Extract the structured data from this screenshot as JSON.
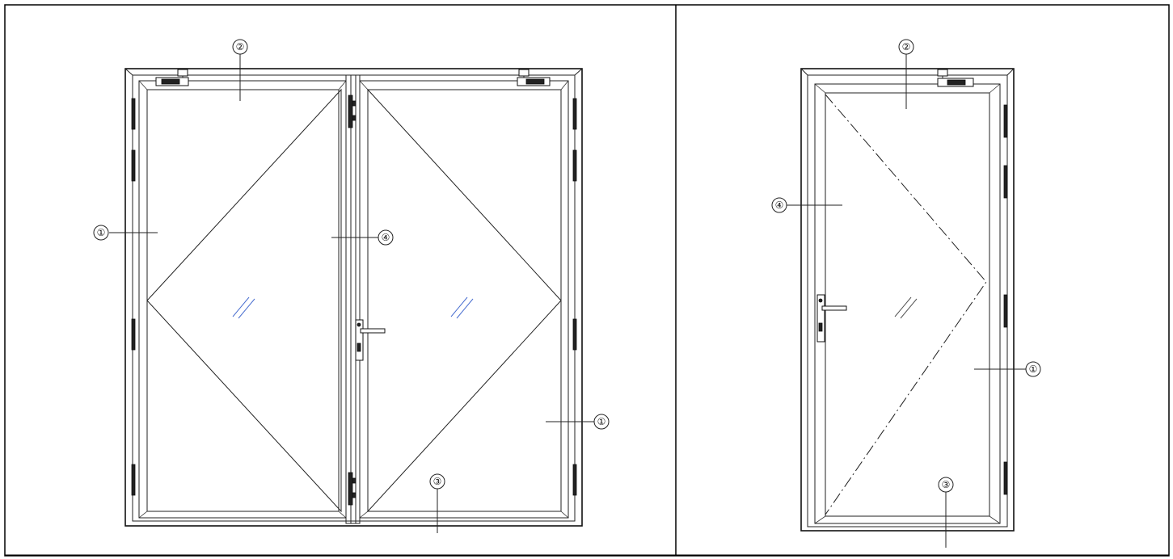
{
  "panels": [
    {
      "id": "double-door",
      "callouts": [
        {
          "label": "①"
        },
        {
          "label": "②"
        },
        {
          "label": "④"
        },
        {
          "label": "①"
        },
        {
          "label": "③"
        }
      ]
    },
    {
      "id": "single-door",
      "callouts": [
        {
          "label": "②"
        },
        {
          "label": "④"
        },
        {
          "label": "①"
        },
        {
          "label": "③"
        }
      ]
    }
  ],
  "colors": {
    "line": "#222222",
    "glass_hatch": "#4a6fd0",
    "glass_hatch_single": "#555555",
    "border": "#000000"
  }
}
